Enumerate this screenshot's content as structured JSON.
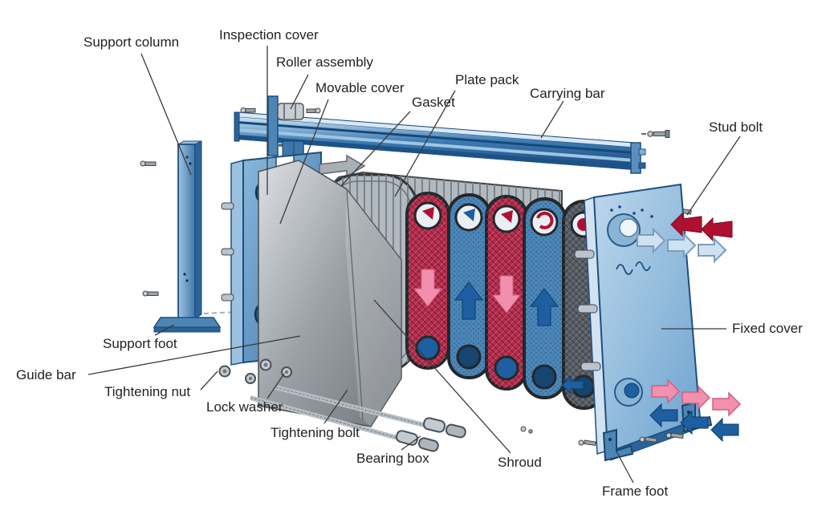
{
  "labels": {
    "support_column": "Support column",
    "inspection_cover": "Inspection cover",
    "roller_assembly": "Roller assembly",
    "movable_cover": "Movable cover",
    "gasket": "Gasket",
    "plate_pack": "Plate pack",
    "carrying_bar": "Carrying bar",
    "stud_bolt": "Stud bolt",
    "fixed_cover": "Fixed cover",
    "support_foot": "Support foot",
    "guide_bar": "Guide bar",
    "tightening_nut": "Tightening nut",
    "lock_washer": "Lock washer",
    "tightening_bolt": "Tightening bolt",
    "bearing_box": "Bearing box",
    "shroud": "Shroud",
    "frame_foot": "Frame foot"
  },
  "palette": {
    "frame_blue": "#4d85b5",
    "cover_light_blue": "#a9cbe5",
    "plate_red": "#b52a4a",
    "plate_blue": "#4b86b8",
    "metal_gray": "#b2bac0",
    "label_text": "#222222",
    "background": "#ffffff"
  },
  "flow_arrow_colors": {
    "dark_red": "#b01030",
    "light_blue": "#cfe2f2",
    "pink": "#f191ad",
    "dark_blue": "#1d5fa0"
  }
}
